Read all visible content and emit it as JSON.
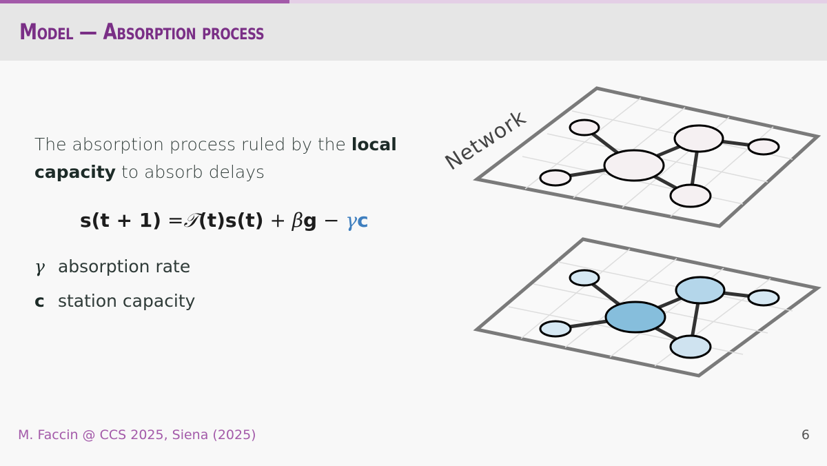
{
  "slide": {
    "title": "Model — Absorption process",
    "page_number": "6",
    "footer": "M. Faccin @ CCS 2025, Siena (2025)",
    "progress_fraction": 0.35
  },
  "intro": {
    "text_before": "The absorption process ruled by the ",
    "emphasis": "local capacity",
    "text_after": " to absorb delays"
  },
  "equation": {
    "lhs_s": "s",
    "lhs_arg": "(t + 1)",
    "eq": " =",
    "T": "𝒯",
    "T_arg": "(t)",
    "s": "s",
    "s_arg": "(t)",
    "plus": " + ",
    "beta": "β",
    "g": "g",
    "minus": " − ",
    "gamma": "γ",
    "c": "c"
  },
  "definitions": [
    {
      "symbol": "γ",
      "text": "absorption rate"
    },
    {
      "symbol": "c",
      "text": "station capacity"
    }
  ],
  "diagram": {
    "network_label": "Network",
    "colors": {
      "frame": "#7a7a7a",
      "grid": "#dddddd",
      "node_plain": "#f5f0f2",
      "edge": "#333333",
      "node_blue_dark": "#86bedc",
      "node_blue_mid": "#b4d6ea",
      "node_blue_light": "#d6e8f3"
    }
  }
}
